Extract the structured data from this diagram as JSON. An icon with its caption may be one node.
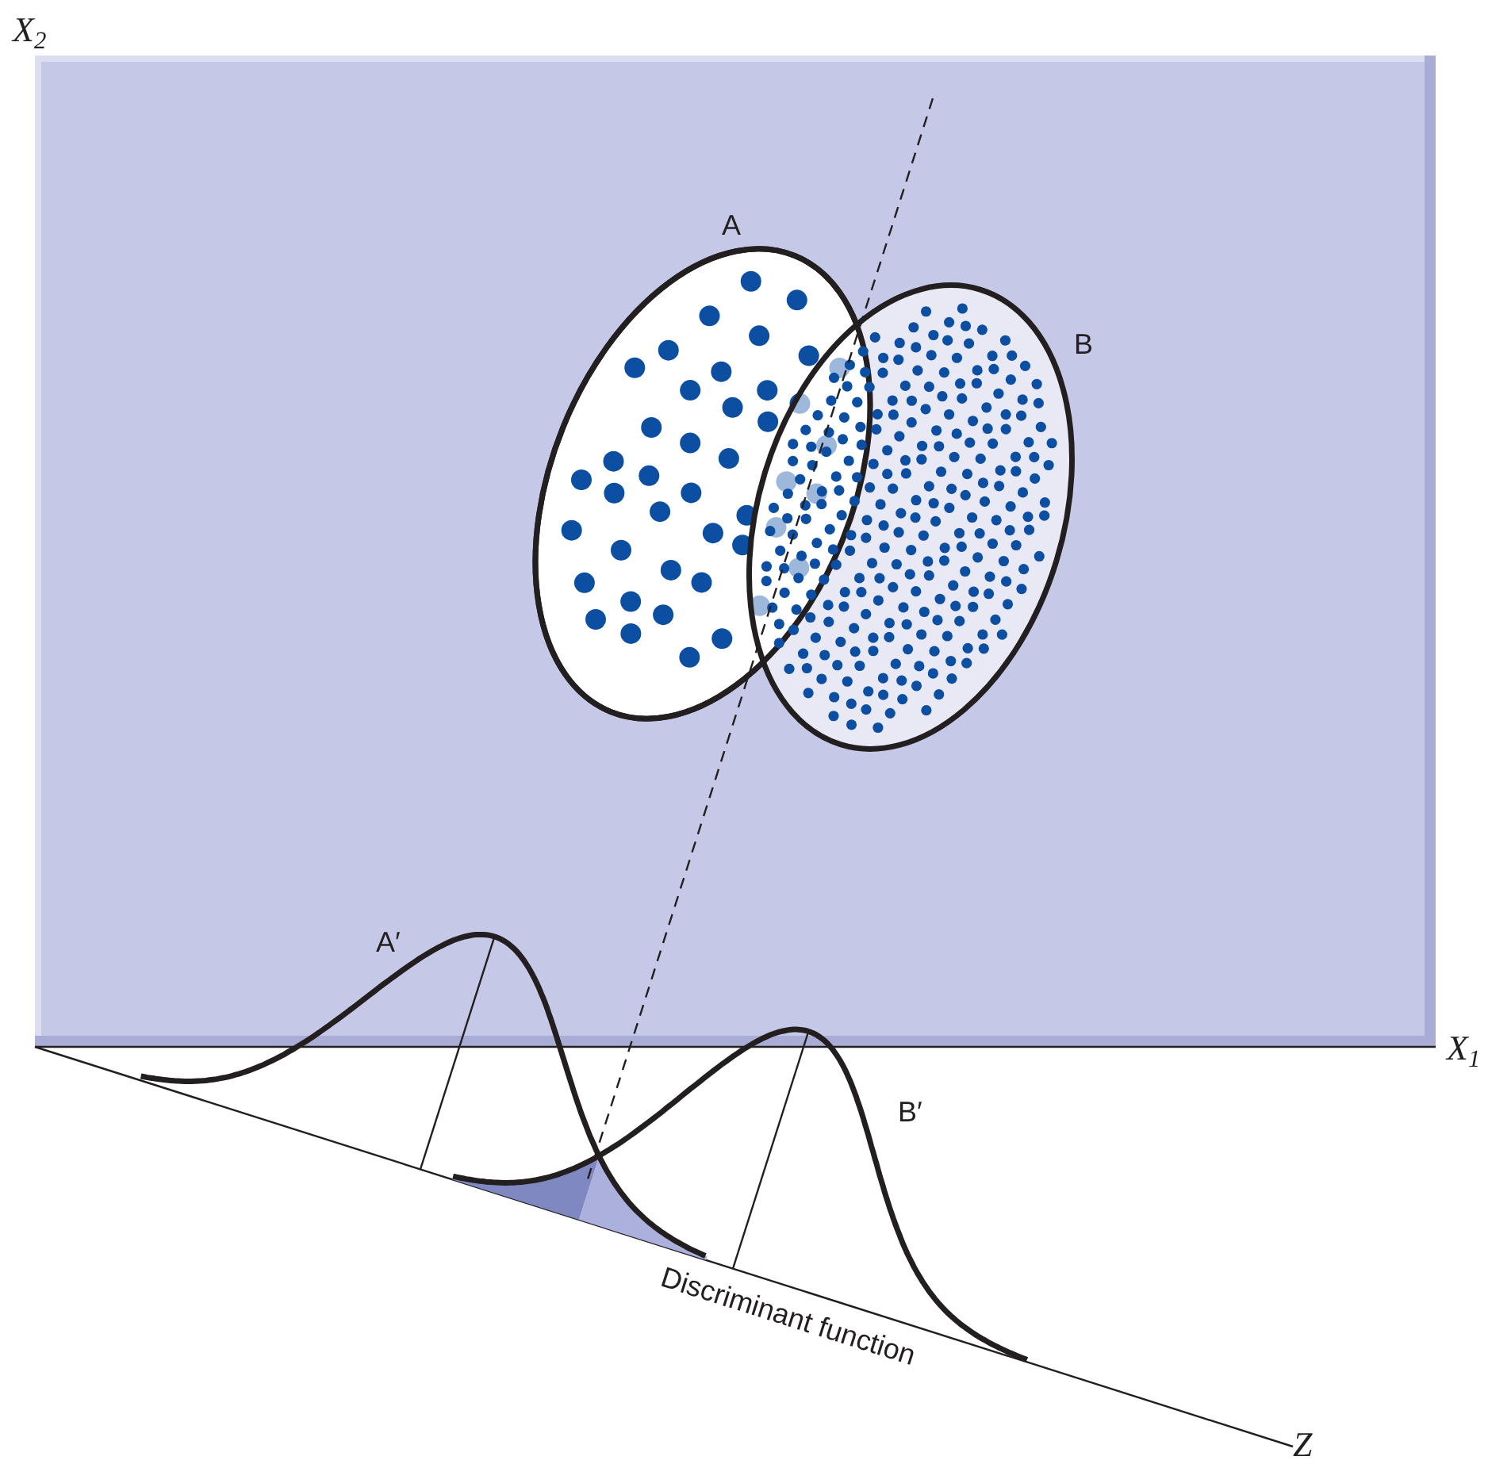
{
  "diagram": {
    "labels": [
      "X$_{2}$",
      "A",
      "B",
      "A′",
      "X$_{1}$",
      "B′",
      "Discriminant function",
      "Z"
    ]
  }
}
